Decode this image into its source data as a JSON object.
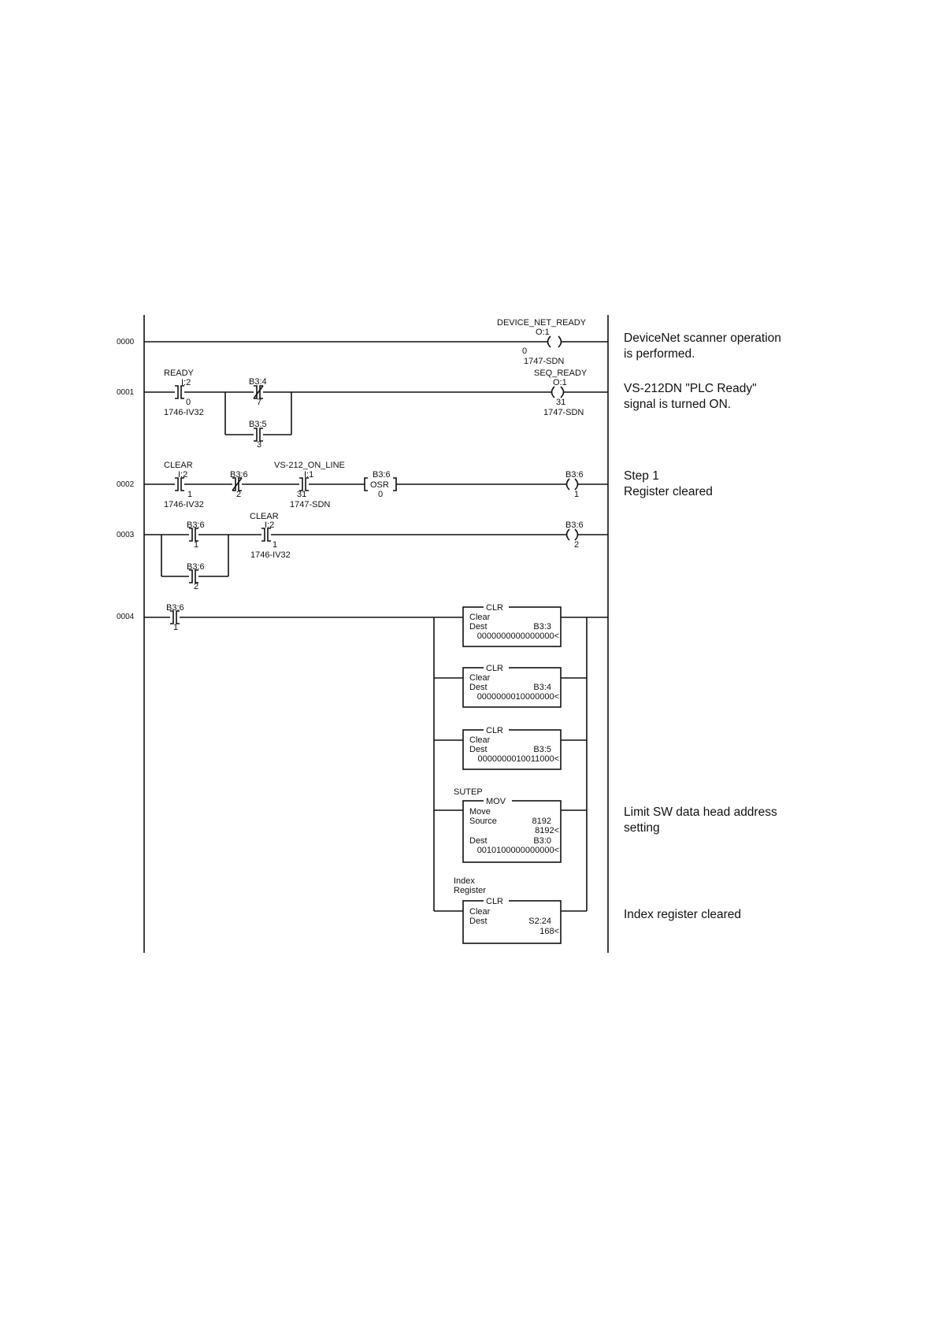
{
  "rungs": [
    {
      "number": "0000",
      "comment": [
        "DeviceNet scanner operation",
        "is performed."
      ]
    },
    {
      "number": "0001",
      "comment": [
        "VS-212DN \"PLC Ready\"",
        "signal is turned ON."
      ]
    },
    {
      "number": "0002",
      "comment": [
        "Step 1",
        "Register cleared"
      ]
    },
    {
      "number": "0003",
      "comment": []
    },
    {
      "number": "0004",
      "comment": []
    }
  ],
  "side_comments": {
    "limit_sw": [
      "Limit SW data head address",
      "setting"
    ],
    "index_reg": [
      "Index register cleared"
    ]
  },
  "elements": {
    "r0_coil": {
      "symbol": "DEVICE_NET_READY",
      "addr": "O:1",
      "bit": "0",
      "module": "1747-SDN"
    },
    "r1_ready": {
      "symbol": "READY",
      "addr": "I:2",
      "bit": "0",
      "module": "1746-IV32"
    },
    "r1_b34": {
      "addr": "B3:4",
      "bit": "7"
    },
    "r1_b35": {
      "addr": "B3:5",
      "bit": "3"
    },
    "r1_coil": {
      "symbol": "SEQ_READY",
      "addr": "O:1",
      "bit": "31",
      "module": "1747-SDN"
    },
    "r2_clear": {
      "symbol": "CLEAR",
      "addr": "I:2",
      "bit": "1",
      "module": "1746-IV32"
    },
    "r2_b36": {
      "addr": "B3:6",
      "bit": "2"
    },
    "r2_online": {
      "symbol": "VS-212_ON_LINE",
      "addr": "I:1",
      "bit": "31",
      "module": "1747-SDN"
    },
    "r2_osr": {
      "addr": "B3:6",
      "type": "OSR",
      "bit": "0"
    },
    "r2_coil": {
      "addr": "B3:6",
      "bit": "1"
    },
    "r3_b36a": {
      "addr": "B3:6",
      "bit": "1"
    },
    "r3_b36b": {
      "addr": "B3:6",
      "bit": "2"
    },
    "r3_clear": {
      "symbol": "CLEAR",
      "addr": "I:2",
      "bit": "1",
      "module": "1746-IV32"
    },
    "r3_coil": {
      "addr": "B3:6",
      "bit": "2"
    },
    "r4_b36": {
      "addr": "B3:6",
      "bit": "1"
    }
  },
  "blocks": [
    {
      "type": "CLR",
      "title": "Clear",
      "dest_label": "Dest",
      "dest": "B3:3",
      "value": "0000000000000000<"
    },
    {
      "type": "CLR",
      "title": "Clear",
      "dest_label": "Dest",
      "dest": "B3:4",
      "value": "0000000010000000<"
    },
    {
      "type": "CLR",
      "title": "Clear",
      "dest_label": "Dest",
      "dest": "B3:5",
      "value": "0000000010011000<"
    },
    {
      "type": "MOV",
      "symbol": "SUTEP",
      "title": "Move",
      "source_label": "Source",
      "source": "8192",
      "source_value": "8192<",
      "dest_label": "Dest",
      "dest": "B3:0",
      "value": "0010100000000000<"
    },
    {
      "type": "CLR",
      "symbol_lines": [
        "Index",
        "Register"
      ],
      "title": "Clear",
      "dest_label": "Dest",
      "dest": "S2:24",
      "value": "168<"
    }
  ]
}
